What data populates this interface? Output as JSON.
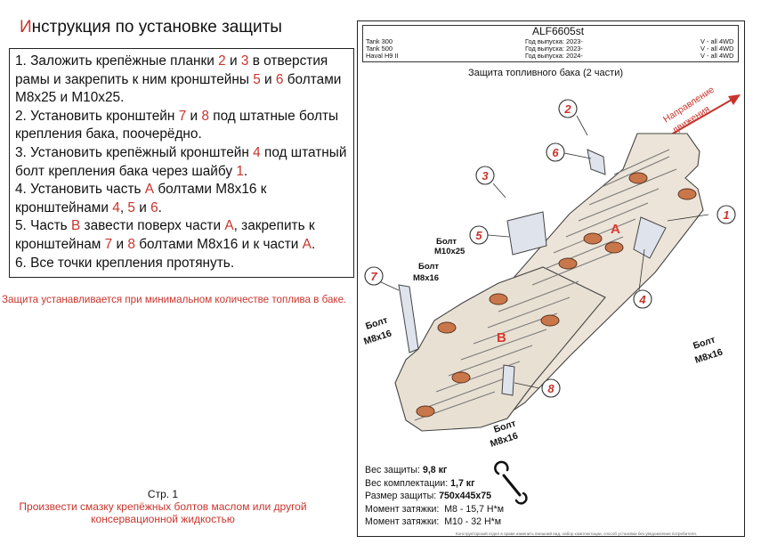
{
  "title": {
    "first_letter": "И",
    "rest": "нструкция по установке защиты"
  },
  "steps": [
    {
      "parts": [
        {
          "t": "1. Заложить крепёжные планки "
        },
        {
          "t": "2",
          "red": true
        },
        {
          "t": " и "
        },
        {
          "t": "3",
          "red": true
        },
        {
          "t": " в отверстия рамы и закрепить к ним кронштейны "
        },
        {
          "t": "5",
          "red": true
        },
        {
          "t": " и "
        },
        {
          "t": "6",
          "red": true
        },
        {
          "t": " болтами М8х25 и М10х25."
        }
      ]
    },
    {
      "parts": [
        {
          "t": "2. Установить кронштейн "
        },
        {
          "t": "7",
          "red": true
        },
        {
          "t": " и "
        },
        {
          "t": "8",
          "red": true
        },
        {
          "t": " под штатные болты крепления бака, поочерёдно."
        }
      ]
    },
    {
      "parts": [
        {
          "t": "3. Установить крепёжный кронштейн "
        },
        {
          "t": "4",
          "red": true
        },
        {
          "t": " под штатный болт крепления бака через шайбу "
        },
        {
          "t": "1",
          "red": true
        },
        {
          "t": "."
        }
      ]
    },
    {
      "parts": [
        {
          "t": "4. Установить часть "
        },
        {
          "t": "А",
          "red": true
        },
        {
          "t": " болтами М8х16 к кронштейнами "
        },
        {
          "t": "4",
          "red": true
        },
        {
          "t": ", "
        },
        {
          "t": "5",
          "red": true
        },
        {
          "t": " и "
        },
        {
          "t": "6",
          "red": true
        },
        {
          "t": "."
        }
      ]
    },
    {
      "parts": [
        {
          "t": "5. Часть "
        },
        {
          "t": "В",
          "red": true
        },
        {
          "t": " завести поверх части "
        },
        {
          "t": "А",
          "red": true
        },
        {
          "t": ", закрепить к кронштейнам "
        },
        {
          "t": "7",
          "red": true
        },
        {
          "t": " и "
        },
        {
          "t": "8",
          "red": true
        },
        {
          "t": " болтами М8х16 и к части "
        },
        {
          "t": "А",
          "red": true
        },
        {
          "t": "."
        }
      ]
    },
    {
      "parts": [
        {
          "t": "6. Все точки крепления протянуть."
        }
      ]
    }
  ],
  "warning": "Защита устанавливается при минимальном количестве топлива в баке.",
  "footer": {
    "page": "Стр. 1",
    "note_line1": "Произвести смазку крепёжных болтов маслом или другой",
    "note_line2": "консервационной жидкостью"
  },
  "header": {
    "code": "ALF6605st",
    "rows": [
      {
        "model": "Tank 300",
        "year": "Год выпуска: 2023-",
        "drive": "V - all 4WD"
      },
      {
        "model": "Tank 500",
        "year": "Год выпуска: 2023-",
        "drive": "V - all 4WD"
      },
      {
        "model": "Haval H9 II",
        "year": "Год выпуска: 2024-",
        "drive": "V - all 4WD"
      }
    ]
  },
  "protection_title": "Защита топливного бака (2 части)",
  "direction_label": {
    "line1": "Направление",
    "line2": "движения"
  },
  "drawing_labels": {
    "callouts": [
      "1",
      "2",
      "3",
      "4",
      "5",
      "6",
      "7",
      "8"
    ],
    "part_a": "А",
    "part_b": "В",
    "bolt_word": "Болт",
    "bolt_m8x16": "М8х16",
    "bolt_m10x25": "М10х25"
  },
  "specs": [
    {
      "label": "Вес защиты:",
      "value": "9,8 кг"
    },
    {
      "label": "Вес комплектации:",
      "value": "1,7 кг"
    },
    {
      "label": "Размер защиты:",
      "value": "750х445х75"
    },
    {
      "label": "Момент затяжки:",
      "value": "М8 - 15,7 Н*м"
    },
    {
      "label": "Момент затяжки:",
      "value": "М10 - 32 Н*м"
    }
  ],
  "disclaimer": "Конструкторский отдел в праве изменить внешний вид, набор комплектации, способ установки без уведомления потребителя.",
  "colors": {
    "accent_red": "#c8342c",
    "plate_fill": "#e9e0d4",
    "plate_stroke": "#444444",
    "pad_fill": "#c9774a"
  }
}
